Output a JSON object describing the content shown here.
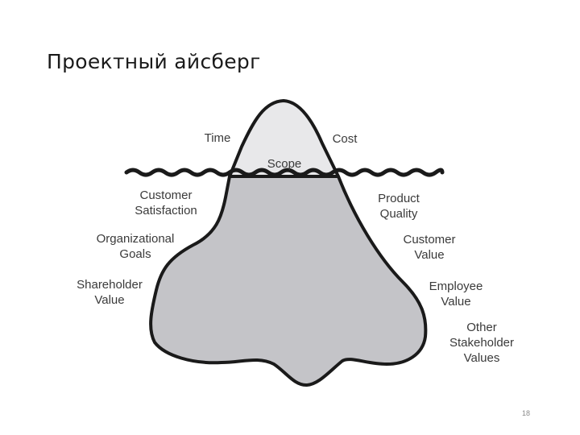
{
  "slide": {
    "title": "Проектный айсберг",
    "page_number": "18"
  },
  "iceberg": {
    "above_water": {
      "top_left": "Time",
      "top_right": "Cost",
      "center": "Scope"
    },
    "left_labels": [
      "Customer\nSatisfaction",
      "Organizational\nGoals",
      "Shareholder\nValue"
    ],
    "right_labels": [
      "Product\nQuality",
      "Customer\nValue",
      "Employee\nValue",
      "Other\nStakeholder\nValues"
    ]
  },
  "colors": {
    "tip_fill": "#e8e8ea",
    "submerged_fill": "#c4c4c8",
    "outline": "#1a1a1a",
    "label_text": "#3a3a3a"
  }
}
